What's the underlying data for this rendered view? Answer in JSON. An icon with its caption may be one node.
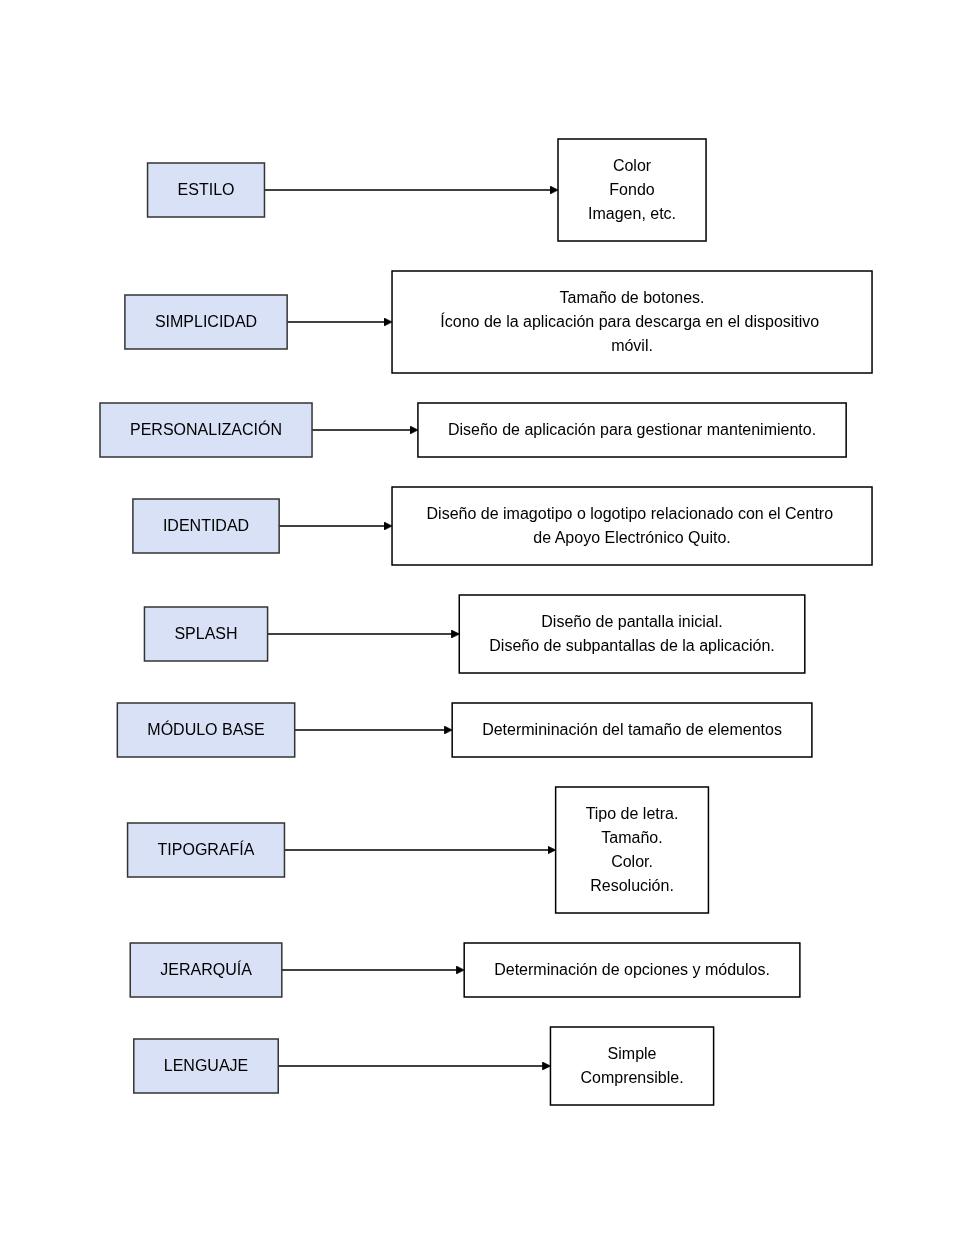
{
  "diagram": {
    "nodes": [
      {
        "text": [
          "ESTILO"
        ]
      },
      {
        "text": [
          "Color",
          "Fondo",
          "Imagen, etc."
        ]
      },
      {
        "text": [
          "SIMPLICIDAD"
        ]
      },
      {
        "text": [
          "Tamaño de botones.",
          "Ícono de la aplicación para descarga en el dispositivo móvil."
        ]
      },
      {
        "text": [
          "PERSONALIZACIÓN"
        ]
      },
      {
        "text": [
          "Diseño de aplicación para gestionar mantenimiento."
        ]
      },
      {
        "text": [
          "IDENTIDAD"
        ]
      },
      {
        "text": [
          "Diseño de imagotipo o logotipo relacionado con el Centro de Apoyo Electrónico Quito."
        ]
      },
      {
        "text": [
          "SPLASH"
        ]
      },
      {
        "text": [
          "Diseño de pantalla inicial.",
          "Diseño de subpantallas de la aplicación."
        ]
      },
      {
        "text": [
          "MÓDULO BASE"
        ]
      },
      {
        "text": [
          "Determininación del tamaño de elementos"
        ]
      },
      {
        "text": [
          "TIPOGRAFÍA"
        ]
      },
      {
        "text": [
          "Tipo de letra.",
          "Tamaño.",
          "Color.",
          "Resolución."
        ]
      },
      {
        "text": [
          "JERARQUÍA"
        ]
      },
      {
        "text": [
          "Determinación de opciones y módulos."
        ]
      },
      {
        "text": [
          "LENGUAJE"
        ]
      },
      {
        "text": [
          "Simple",
          "Comprensible."
        ]
      }
    ],
    "edges": [
      {
        "from": 0,
        "to": 1,
        "arrow": "to"
      },
      {
        "from": 2,
        "to": 3,
        "arrow": "to"
      },
      {
        "from": 4,
        "to": 5,
        "arrow": "to"
      },
      {
        "from": 6,
        "to": 7,
        "arrow": "to"
      },
      {
        "from": 8,
        "to": 9,
        "arrow": "to"
      },
      {
        "from": 10,
        "to": 11,
        "arrow": "to"
      },
      {
        "from": 12,
        "to": 13,
        "arrow": "to"
      },
      {
        "from": 14,
        "to": 15,
        "arrow": "to"
      },
      {
        "from": 16,
        "to": 17,
        "arrow": "to"
      }
    ]
  }
}
